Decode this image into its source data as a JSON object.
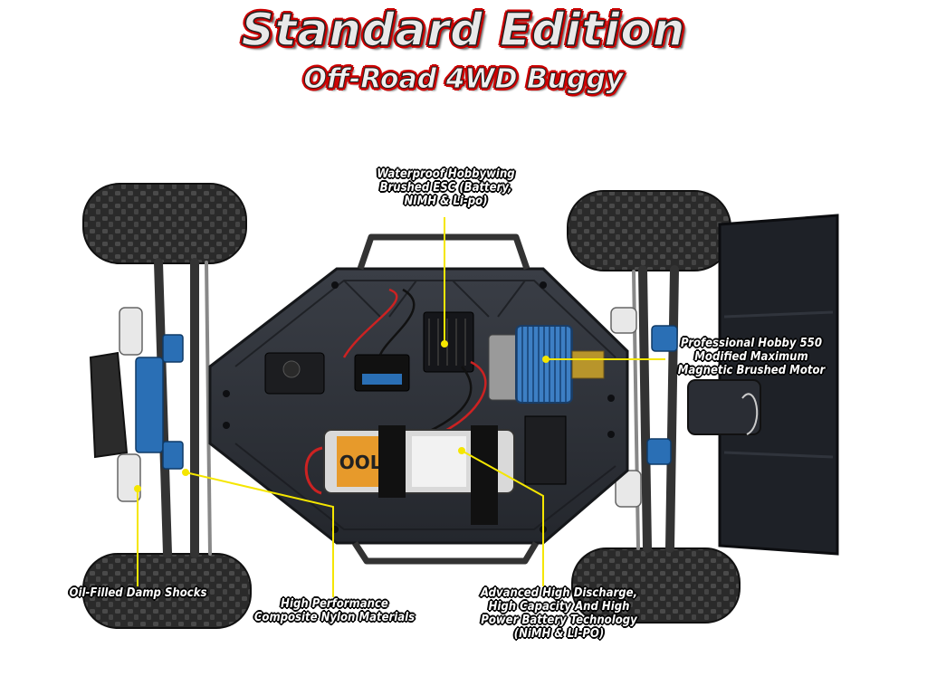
{
  "title": {
    "main": "Standard Edition",
    "sub": "Off-Road 4WD Buggy"
  },
  "callouts": {
    "esc": [
      "Waterproof Hobbywing",
      "Brushed ESC (Battery,",
      "NIMH & Li-po)"
    ],
    "motor": [
      "Professional Hobby 550",
      "Modified Maximum",
      "Magnetic Brushed Motor"
    ],
    "shocks": [
      "Oil-Filled Damp Shocks"
    ],
    "nylon": [
      "High Performance",
      "Composite Nylon Materials"
    ],
    "battery": [
      "Advanced High Discharge,",
      "High Capacity And High",
      "Power Battery Technology",
      "(NiMH & LI-PO)"
    ]
  },
  "colors": {
    "callout_line": "#f5e600",
    "chassis": "#2e323a",
    "blue_parts": "#2a6fb5",
    "title_outline": "#cc0000"
  },
  "icons": [
    "buggy-chassis-image",
    "tire-icon",
    "rear-wing-icon",
    "motor-heatsink-icon",
    "battery-pack-icon"
  ]
}
